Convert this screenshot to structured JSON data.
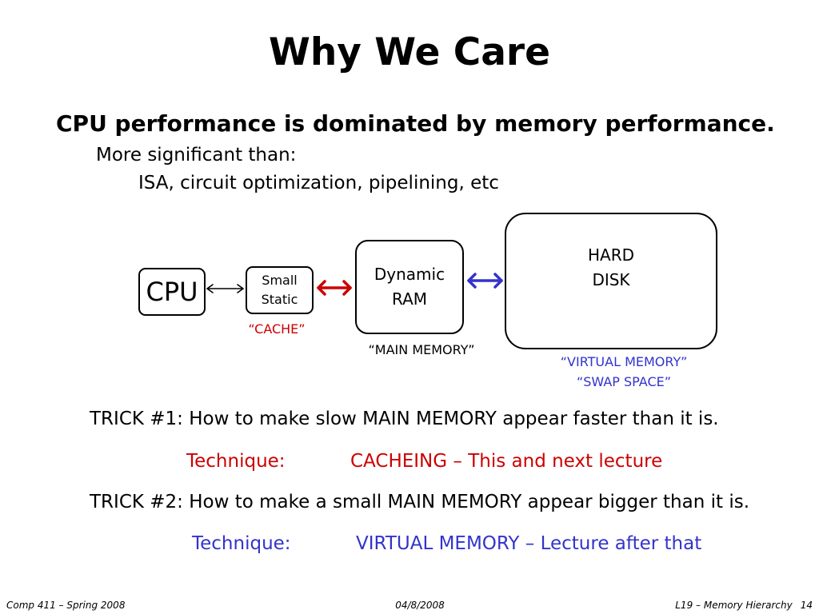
{
  "slide": {
    "title": "Why We Care",
    "main_point": "CPU performance is dominated by memory performance.",
    "sub_point": "More significant than:",
    "sub_sub_point": "ISA, circuit optimization, pipelining, etc"
  },
  "diagram": {
    "cpu": {
      "label": "CPU"
    },
    "cache": {
      "line1": "Small",
      "line2": "Static",
      "caption": "“CACHE”"
    },
    "main_memory": {
      "line1": "Dynamic",
      "line2": "RAM",
      "caption": "“MAIN MEMORY”"
    },
    "disk": {
      "line1": "HARD",
      "line2": "DISK",
      "caption_line1": "“VIRTUAL MEMORY”",
      "caption_line2": "“SWAP SPACE”"
    }
  },
  "tricks": [
    {
      "statement": "TRICK #1: How to make slow MAIN MEMORY appear faster than it is.",
      "technique_label": "Technique:",
      "technique": "CACHEING – This and next lecture"
    },
    {
      "statement": "TRICK #2: How to make a small MAIN MEMORY appear bigger than it is.",
      "technique_label": "Technique:",
      "technique": "VIRTUAL MEMORY – Lecture after that"
    }
  ],
  "footer": {
    "course": "Comp 411 – Spring 2008",
    "date": "04/8/2008",
    "lecture": "L19 – Memory Hierarchy",
    "page": "14"
  },
  "colors": {
    "text": "#000000",
    "background": "#ffffff",
    "cache_accent": "#cc0000",
    "virtual_memory_accent": "#3333cc"
  }
}
